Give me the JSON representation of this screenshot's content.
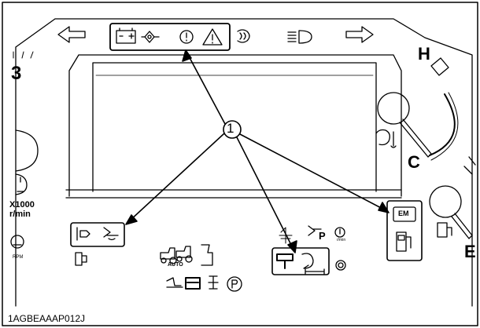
{
  "labels": {
    "gear_number": "3",
    "temp_hot": "H",
    "temp_cold": "C",
    "fuel_empty": "E",
    "rpm_scale": "X1000",
    "rpm_unit": "r/min",
    "rpm_icon_label": "RPM",
    "auto_label": "AUTO",
    "parking_p": "P",
    "rmin_small": "r/min",
    "engine_em": "EM",
    "callout": "1",
    "figure_code": "1AGBEAAAP012J"
  },
  "icons": {
    "left_turn": "left-arrow-icon",
    "battery": "battery-icon",
    "oil_pressure": "oil-pressure-icon",
    "warning_circle": "warning-circle-icon",
    "master_warning": "master-warning-triangle-icon",
    "glow_plug": "glow-plug-icon",
    "headlight": "headlight-icon",
    "right_turn": "right-arrow-icon",
    "water_temp": "water-temperature-icon",
    "fuel_pump": "fuel-pump-icon",
    "engine_check": "engine-check-icon"
  },
  "colors": {
    "line": "#000000",
    "panel": "#ffffff",
    "shade": "#e6e6e6"
  }
}
